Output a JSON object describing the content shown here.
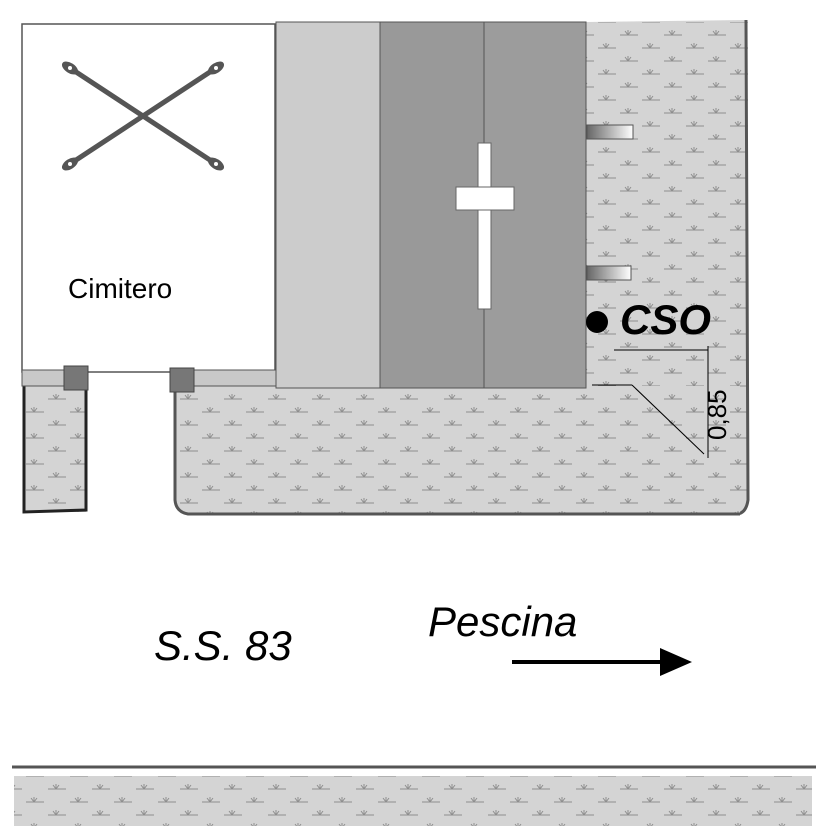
{
  "labels": {
    "cemetery": "Cimitero",
    "point": "CSO",
    "distance": "0,85",
    "road": "S.S. 83",
    "direction": "Pescina"
  },
  "colors": {
    "grass": "#d4d4d4",
    "grass_tuft": "#8e8e8e",
    "outline": "#555555",
    "strip_light": "#cccccc",
    "strip_mid": "#999999",
    "strip_dark": "#9c9c9c",
    "post": "#777777",
    "ink": "#000000",
    "white": "#ffffff"
  }
}
